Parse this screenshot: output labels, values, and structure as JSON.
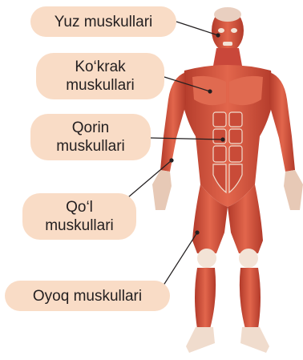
{
  "labels": {
    "face": "Yuz muskullari",
    "chest_line1": "Ko‘krak",
    "chest_line2": "muskullari",
    "abs_line1": "Qorin",
    "abs_line2": "muskullari",
    "arm_line1": "Qo‘l",
    "arm_line2": "muskullari",
    "leg": "Oyoq muskullari"
  },
  "colors": {
    "label_bg": "#f9dcc6",
    "muscle": "#d9553f",
    "muscle_dark": "#b23a2a",
    "tendon": "#f3e3d6",
    "leader_line": "#231f20"
  }
}
